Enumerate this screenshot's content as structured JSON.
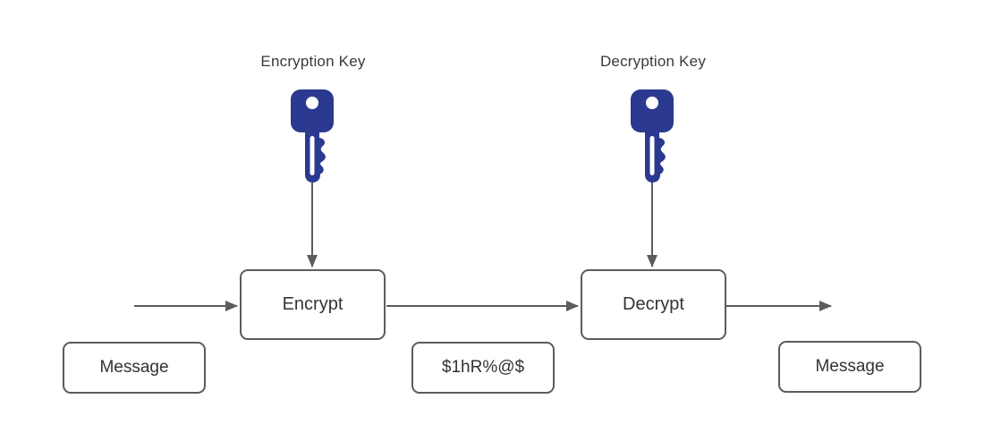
{
  "colors": {
    "key_fill": "#2b3990",
    "line": "#5c5c5c",
    "box_border": "#5c5c5c",
    "box_fill": "#ffffff",
    "label_text": "#3a3a3a",
    "box_text": "#333333",
    "background": "#ffffff"
  },
  "diagram": {
    "key_labels": {
      "encryption": "Encryption Key",
      "decryption": "Decryption Key"
    },
    "process_boxes": {
      "encrypt": "Encrypt",
      "decrypt": "Decrypt"
    },
    "data_boxes": {
      "plaintext_in": "Message",
      "ciphertext": "$1hR%@$",
      "plaintext_out": "Message"
    },
    "icons": {
      "encryption_key": "key-icon",
      "decryption_key": "key-icon"
    }
  }
}
